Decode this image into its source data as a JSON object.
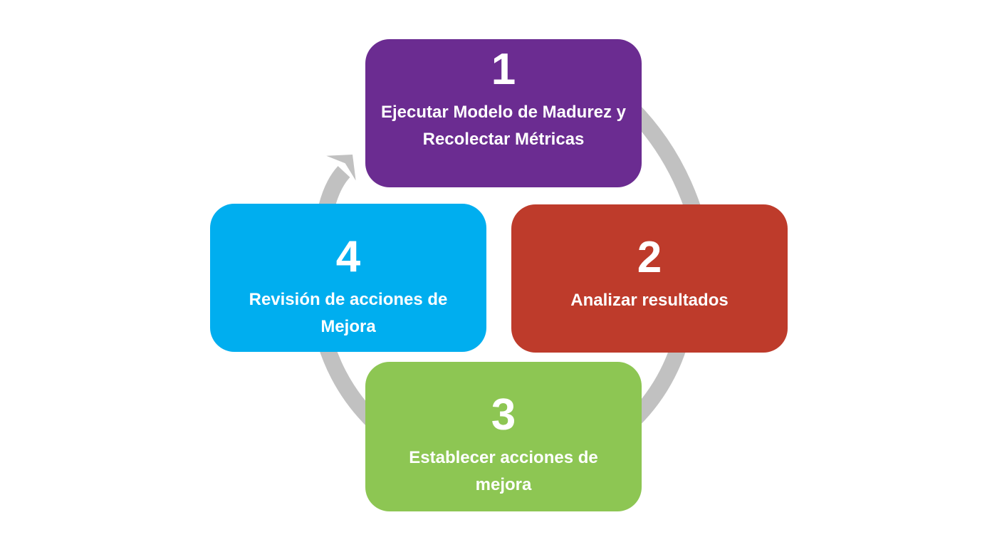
{
  "diagram": {
    "type": "cycle",
    "direction": "clockwise",
    "background_color": "#FFFFFF",
    "arrow": {
      "color": "#C1C1C1",
      "name": "cycle-arrow"
    },
    "steps": [
      {
        "number": "1",
        "lines": [
          "Ejecutar Modelo de Madurez y",
          "Recolectar Métricas"
        ],
        "label": "Ejecutar Modelo de Madurez y Recolectar Métricas",
        "color": "#6B2C91",
        "text_color": "#FFFFFF",
        "position": "top"
      },
      {
        "number": "2",
        "lines": [
          "Analizar resultados"
        ],
        "label": "Analizar resultados",
        "color": "#BE3B2B",
        "text_color": "#FFFFFF",
        "position": "right"
      },
      {
        "number": "3",
        "lines": [
          "Establecer acciones de",
          "mejora"
        ],
        "label": "Establecer acciones de mejora",
        "color": "#8DC653",
        "text_color": "#FFFFFF",
        "position": "bottom"
      },
      {
        "number": "4",
        "lines": [
          "Revisión de acciones de",
          "Mejora"
        ],
        "label": "Revisión de acciones de Mejora",
        "color": "#00AEEF",
        "text_color": "#FFFFFF",
        "position": "left"
      }
    ]
  }
}
